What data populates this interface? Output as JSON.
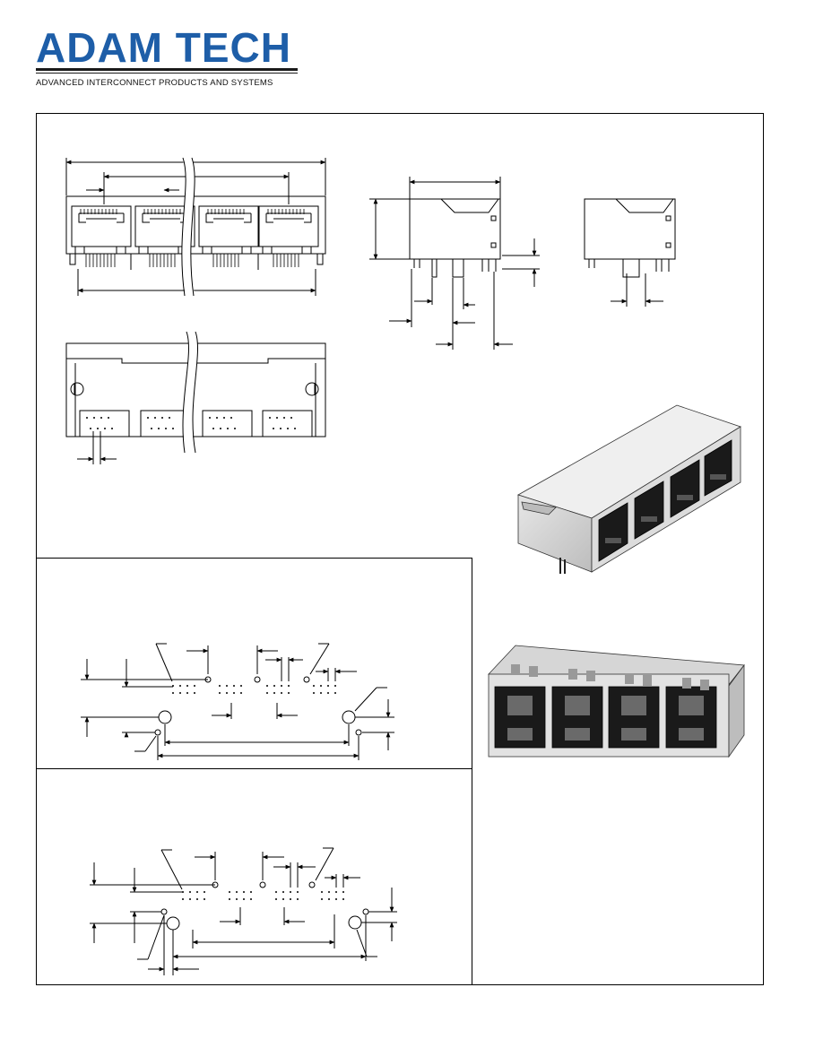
{
  "header": {
    "brand": "ADAM TECH",
    "tagline": "ADVANCED INTERCONNECT PRODUCTS AND SYSTEMS",
    "brand_color": "#1e5ea8"
  },
  "drawings": {
    "front_view": "quad-rj45-front-view",
    "bottom_view": "quad-rj45-bottom-view",
    "side_view_a": "side-view-with-shield",
    "side_view_b": "side-view-compact",
    "pcb_layout_a": "pcb-hole-layout-a",
    "pcb_layout_b": "pcb-hole-layout-b",
    "photo_top": "product-photo-rear-angle",
    "photo_bottom": "product-photo-front-angle"
  }
}
